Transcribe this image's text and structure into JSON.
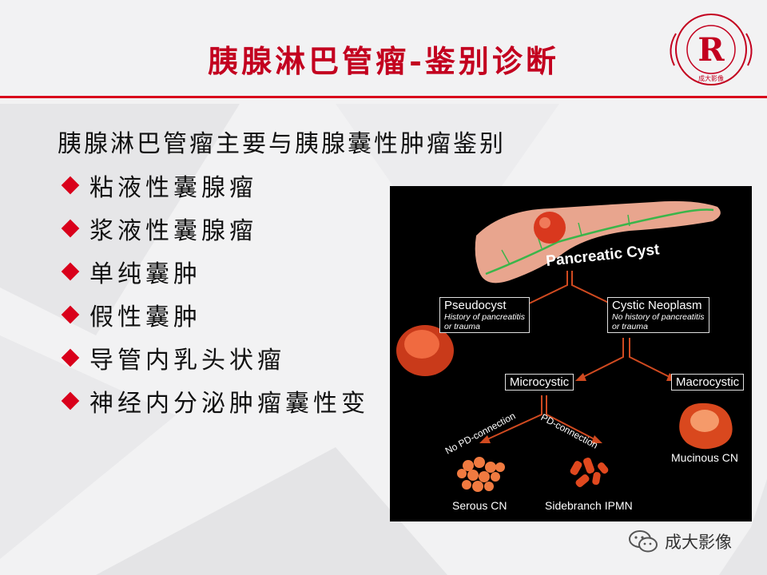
{
  "slide": {
    "title": "胰腺淋巴管瘤-鉴别诊断",
    "intro": "胰腺淋巴管瘤主要与胰腺囊性肿瘤鉴别",
    "bullets": [
      "粘液性囊腺瘤",
      "浆液性囊腺瘤",
      "单纯囊肿",
      "假性囊肿",
      "导管内乳头状瘤",
      "神经内分泌肿瘤囊性变"
    ],
    "accent_color": "#d9001b",
    "title_color": "#c3001f"
  },
  "logo": {
    "letter": "R",
    "ring_text": "成大影像"
  },
  "figure": {
    "root": "Pancreatic Cyst",
    "pseudocyst": {
      "label": "Pseudocyst",
      "note_line1": "History of pancreatitis",
      "note_line2": "or trauma"
    },
    "neoplasm": {
      "label": "Cystic Neoplasm",
      "note_line1": "No history of pancreatitis",
      "note_line2": "or trauma"
    },
    "microcystic": "Microcystic",
    "macrocystic": "Macrocystic",
    "no_pd": "No PD-connection",
    "pd": "PD-connection",
    "serous": "Serous CN",
    "sidebranch": "Sidebranch IPMN",
    "mucinous": "Mucinous CN"
  },
  "watermark": {
    "text": "成大影像",
    "icon": "wechat-icon"
  }
}
